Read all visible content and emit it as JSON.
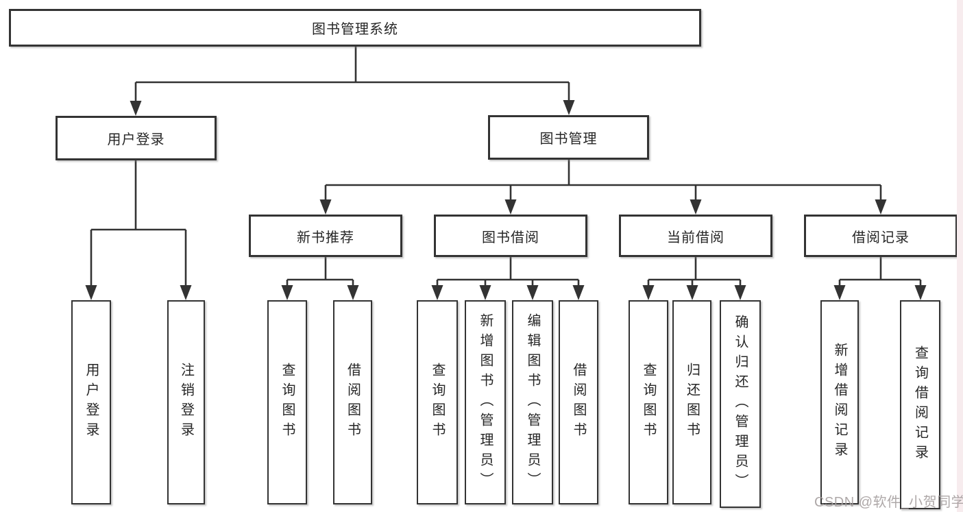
{
  "root": {
    "label": "图书管理系统"
  },
  "level2": {
    "user_login": {
      "label": "用户登录",
      "children": {
        "login": "用户登录",
        "logout": "注销登录"
      }
    },
    "book_mgmt": {
      "label": "图书管理"
    }
  },
  "level3": {
    "new_books": {
      "label": "新书推荐",
      "children": {
        "query": "查询图书",
        "borrow": "借阅图书"
      }
    },
    "book_borrow": {
      "label": "图书借阅",
      "children": {
        "query": "查询图书",
        "add": "新增图书（管理员）",
        "edit": "编辑图书（管理员）",
        "borrow": "借阅图书"
      }
    },
    "current_borrow": {
      "label": "当前借阅",
      "children": {
        "query": "查询图书",
        "return": "归还图书",
        "confirm": "确认归还（管理员）"
      }
    },
    "borrow_records": {
      "label": "借阅记录",
      "children": {
        "add": "新增借阅记录",
        "query": "查询借阅记录"
      }
    }
  },
  "watermark": {
    "label": "CSDN @软件_小贺同学"
  },
  "colors": {
    "line": "#333333",
    "text": "#262626",
    "box_background": "#ffffff",
    "page_background": "#ffffff",
    "watermark_text": "#a59f9f",
    "right_edge_strip": "#f7ecee"
  }
}
